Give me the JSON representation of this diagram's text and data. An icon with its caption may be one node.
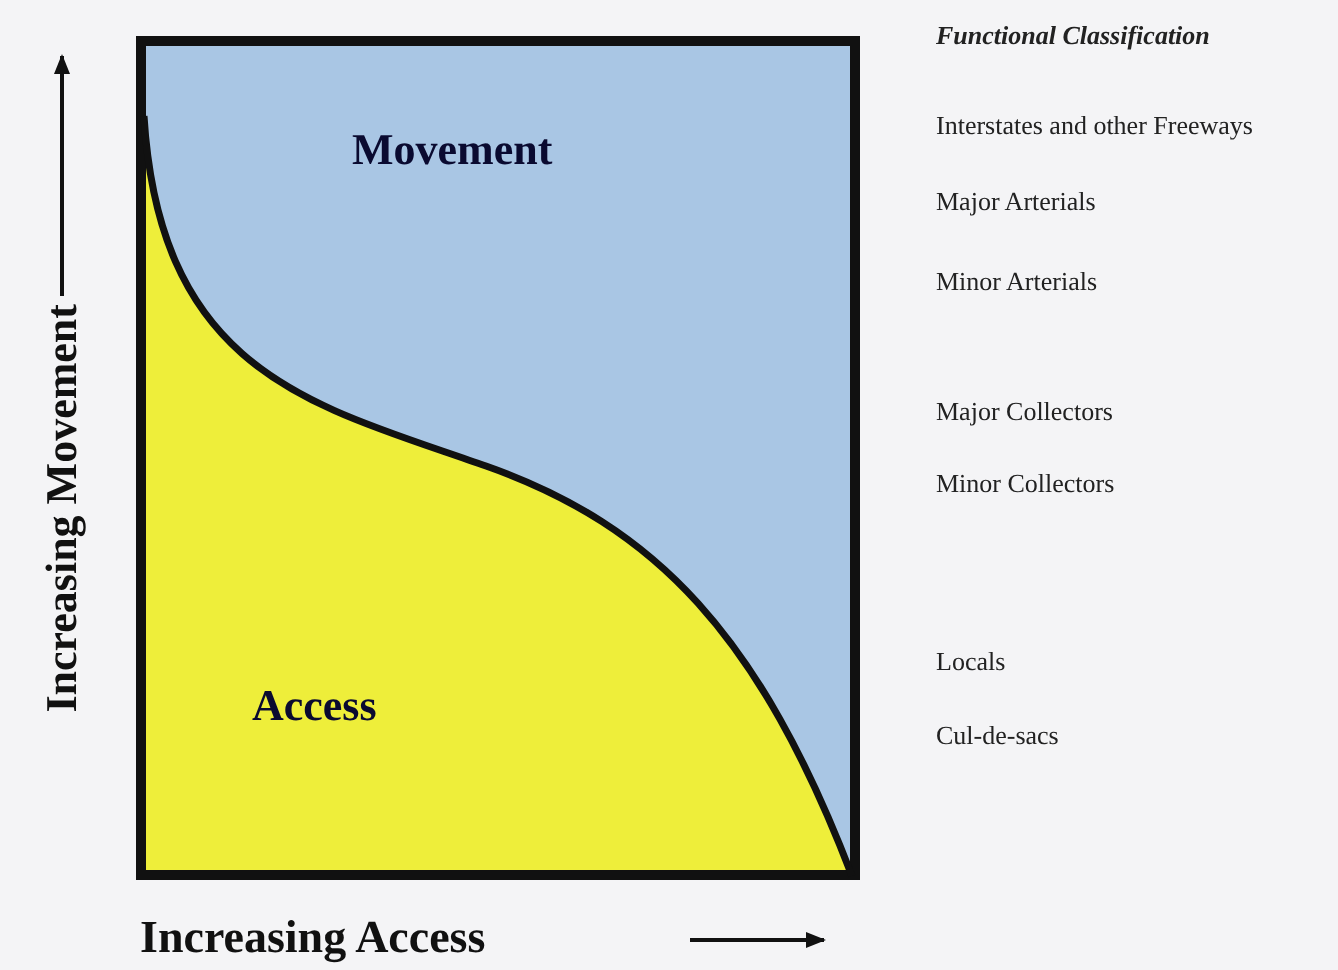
{
  "diagram": {
    "nodes": [
      {
        "text": [
          "Movement"
        ]
      },
      {
        "text": [
          "Access"
        ]
      }
    ],
    "labels": [
      "Functional Classification",
      "Interstates and other Freeways",
      "Major Arterials",
      "Minor Arterials",
      "Major Collectors",
      "Minor Collectors",
      "Locals",
      "Cul-de-sacs",
      "Increasing Movement",
      "Increasing Access"
    ]
  }
}
